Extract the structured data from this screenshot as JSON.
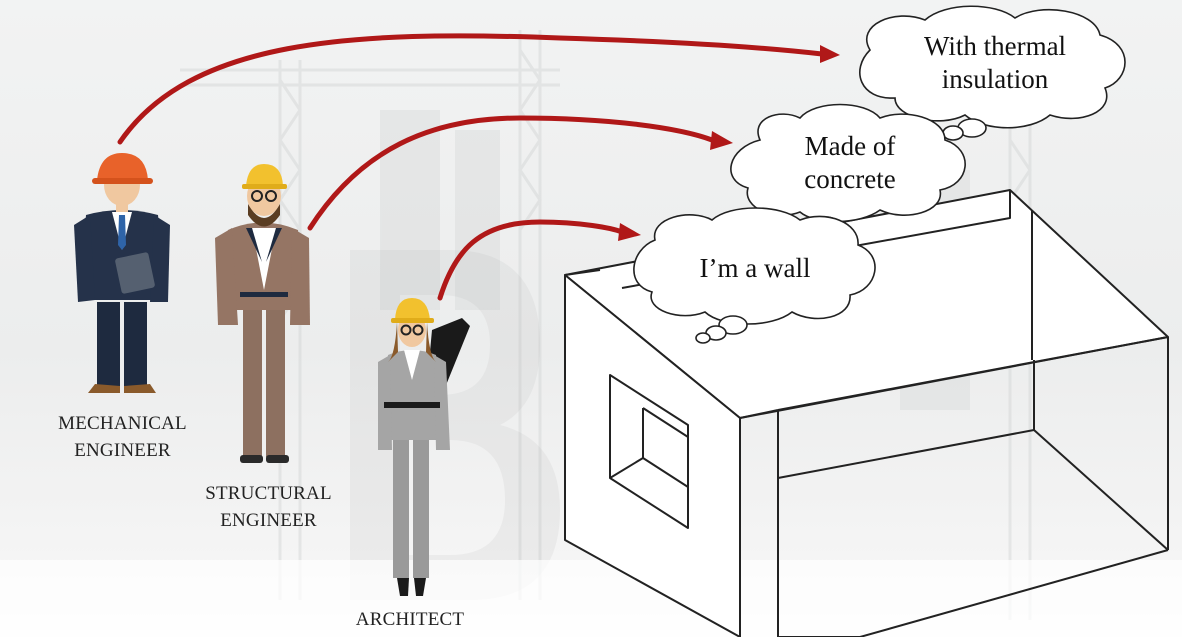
{
  "people": {
    "mechanical": {
      "line1": "MECHANICAL",
      "line2": "ENGINEER"
    },
    "structural": {
      "line1": "STRUCTURAL",
      "line2": "ENGINEER"
    },
    "architect": {
      "line1": "ARCHITECT"
    }
  },
  "bubbles": {
    "thermal": {
      "line1": "With thermal",
      "line2": "insulation"
    },
    "concrete": {
      "line1": "Made of",
      "line2": "concrete"
    },
    "wall": {
      "line1": "I’m a wall"
    }
  },
  "colors": {
    "arrow": "#b01818",
    "helmet_mechanical": "#e8622a",
    "helmet_yellow": "#f2c12e"
  }
}
